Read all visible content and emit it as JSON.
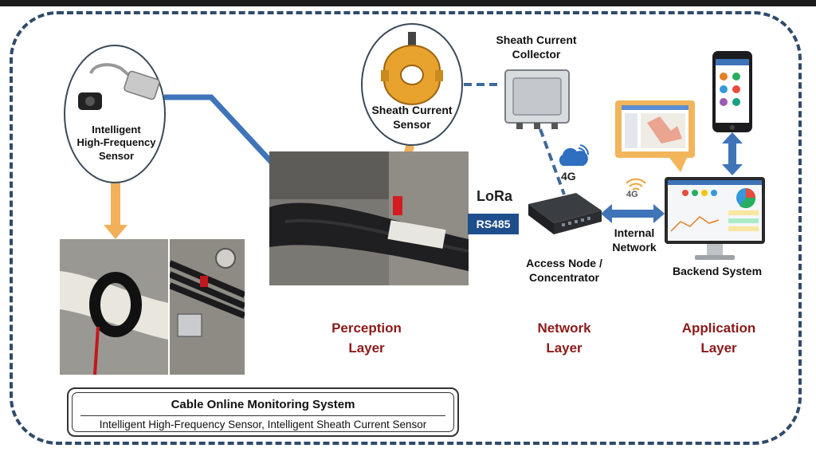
{
  "labels": {
    "hf_sensor": [
      "Intelligent",
      "High-Frequency",
      "Sensor"
    ],
    "sheath_sensor": [
      "Sheath Current",
      "Sensor"
    ],
    "sheath_collector": [
      "Sheath Current",
      "Collector"
    ],
    "access_node": [
      "Access Node /",
      "Concentrator"
    ],
    "internal_network": [
      "Internal",
      "Network"
    ],
    "backend": "Backend System",
    "lora": "LoRa",
    "rs485": "RS485",
    "g4": "4G",
    "g4_phone": "4G"
  },
  "layers": [
    {
      "name": [
        "Perception",
        "Layer"
      ]
    },
    {
      "name": [
        "Network",
        "Layer"
      ]
    },
    {
      "name": [
        "Application",
        "Layer"
      ]
    }
  ],
  "legend": {
    "title": "Cable Online Monitoring System",
    "subtitle": "Intelligent High-Frequency Sensor, Intelligent Sheath Current Sensor"
  },
  "colors": {
    "frame": "#2f4a6b",
    "connector_blue": "#3f74b8",
    "arrow_orange": "#f2b05a",
    "layer_text": "#8b1a1a",
    "rs485_bg": "#1f4e8c"
  },
  "icons": [
    "cloud-icon",
    "wifi-icon",
    "monitor-icon",
    "smartphone-icon",
    "router-icon",
    "collector-box-icon",
    "clamp-sensor-icon"
  ]
}
